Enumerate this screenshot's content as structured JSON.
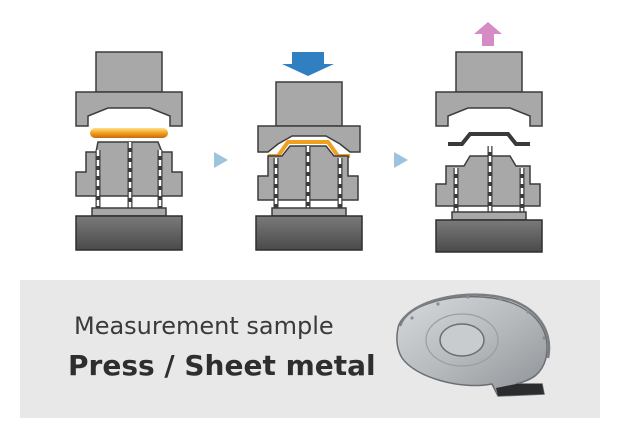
{
  "colors": {
    "die_fill": "#a8a8a8",
    "die_stroke": "#3c3c3c",
    "base_fill": "#5c5c5c",
    "hot_blank": "#f0a020",
    "pressed_blank": "#3a3a3a",
    "press_arrow": "#2f7fc1",
    "lift_arrow": "#d58bc4",
    "step_arrow": "#9ec3de",
    "panel_bg": "#e8e8e8"
  },
  "diagram": {
    "stages": [
      {
        "id": "stage-1-blank-loaded",
        "ram": "none",
        "blank": "hot"
      },
      {
        "id": "stage-2-pressing",
        "ram": "down",
        "blank": "forming"
      },
      {
        "id": "stage-3-release",
        "ram": "up",
        "blank": "formed"
      }
    ],
    "step_arrows": 2
  },
  "caption": {
    "line1": "Measurement sample",
    "line2": "Press / Sheet metal"
  },
  "sample_image": {
    "icon": "sheet-metal-part-photo"
  }
}
